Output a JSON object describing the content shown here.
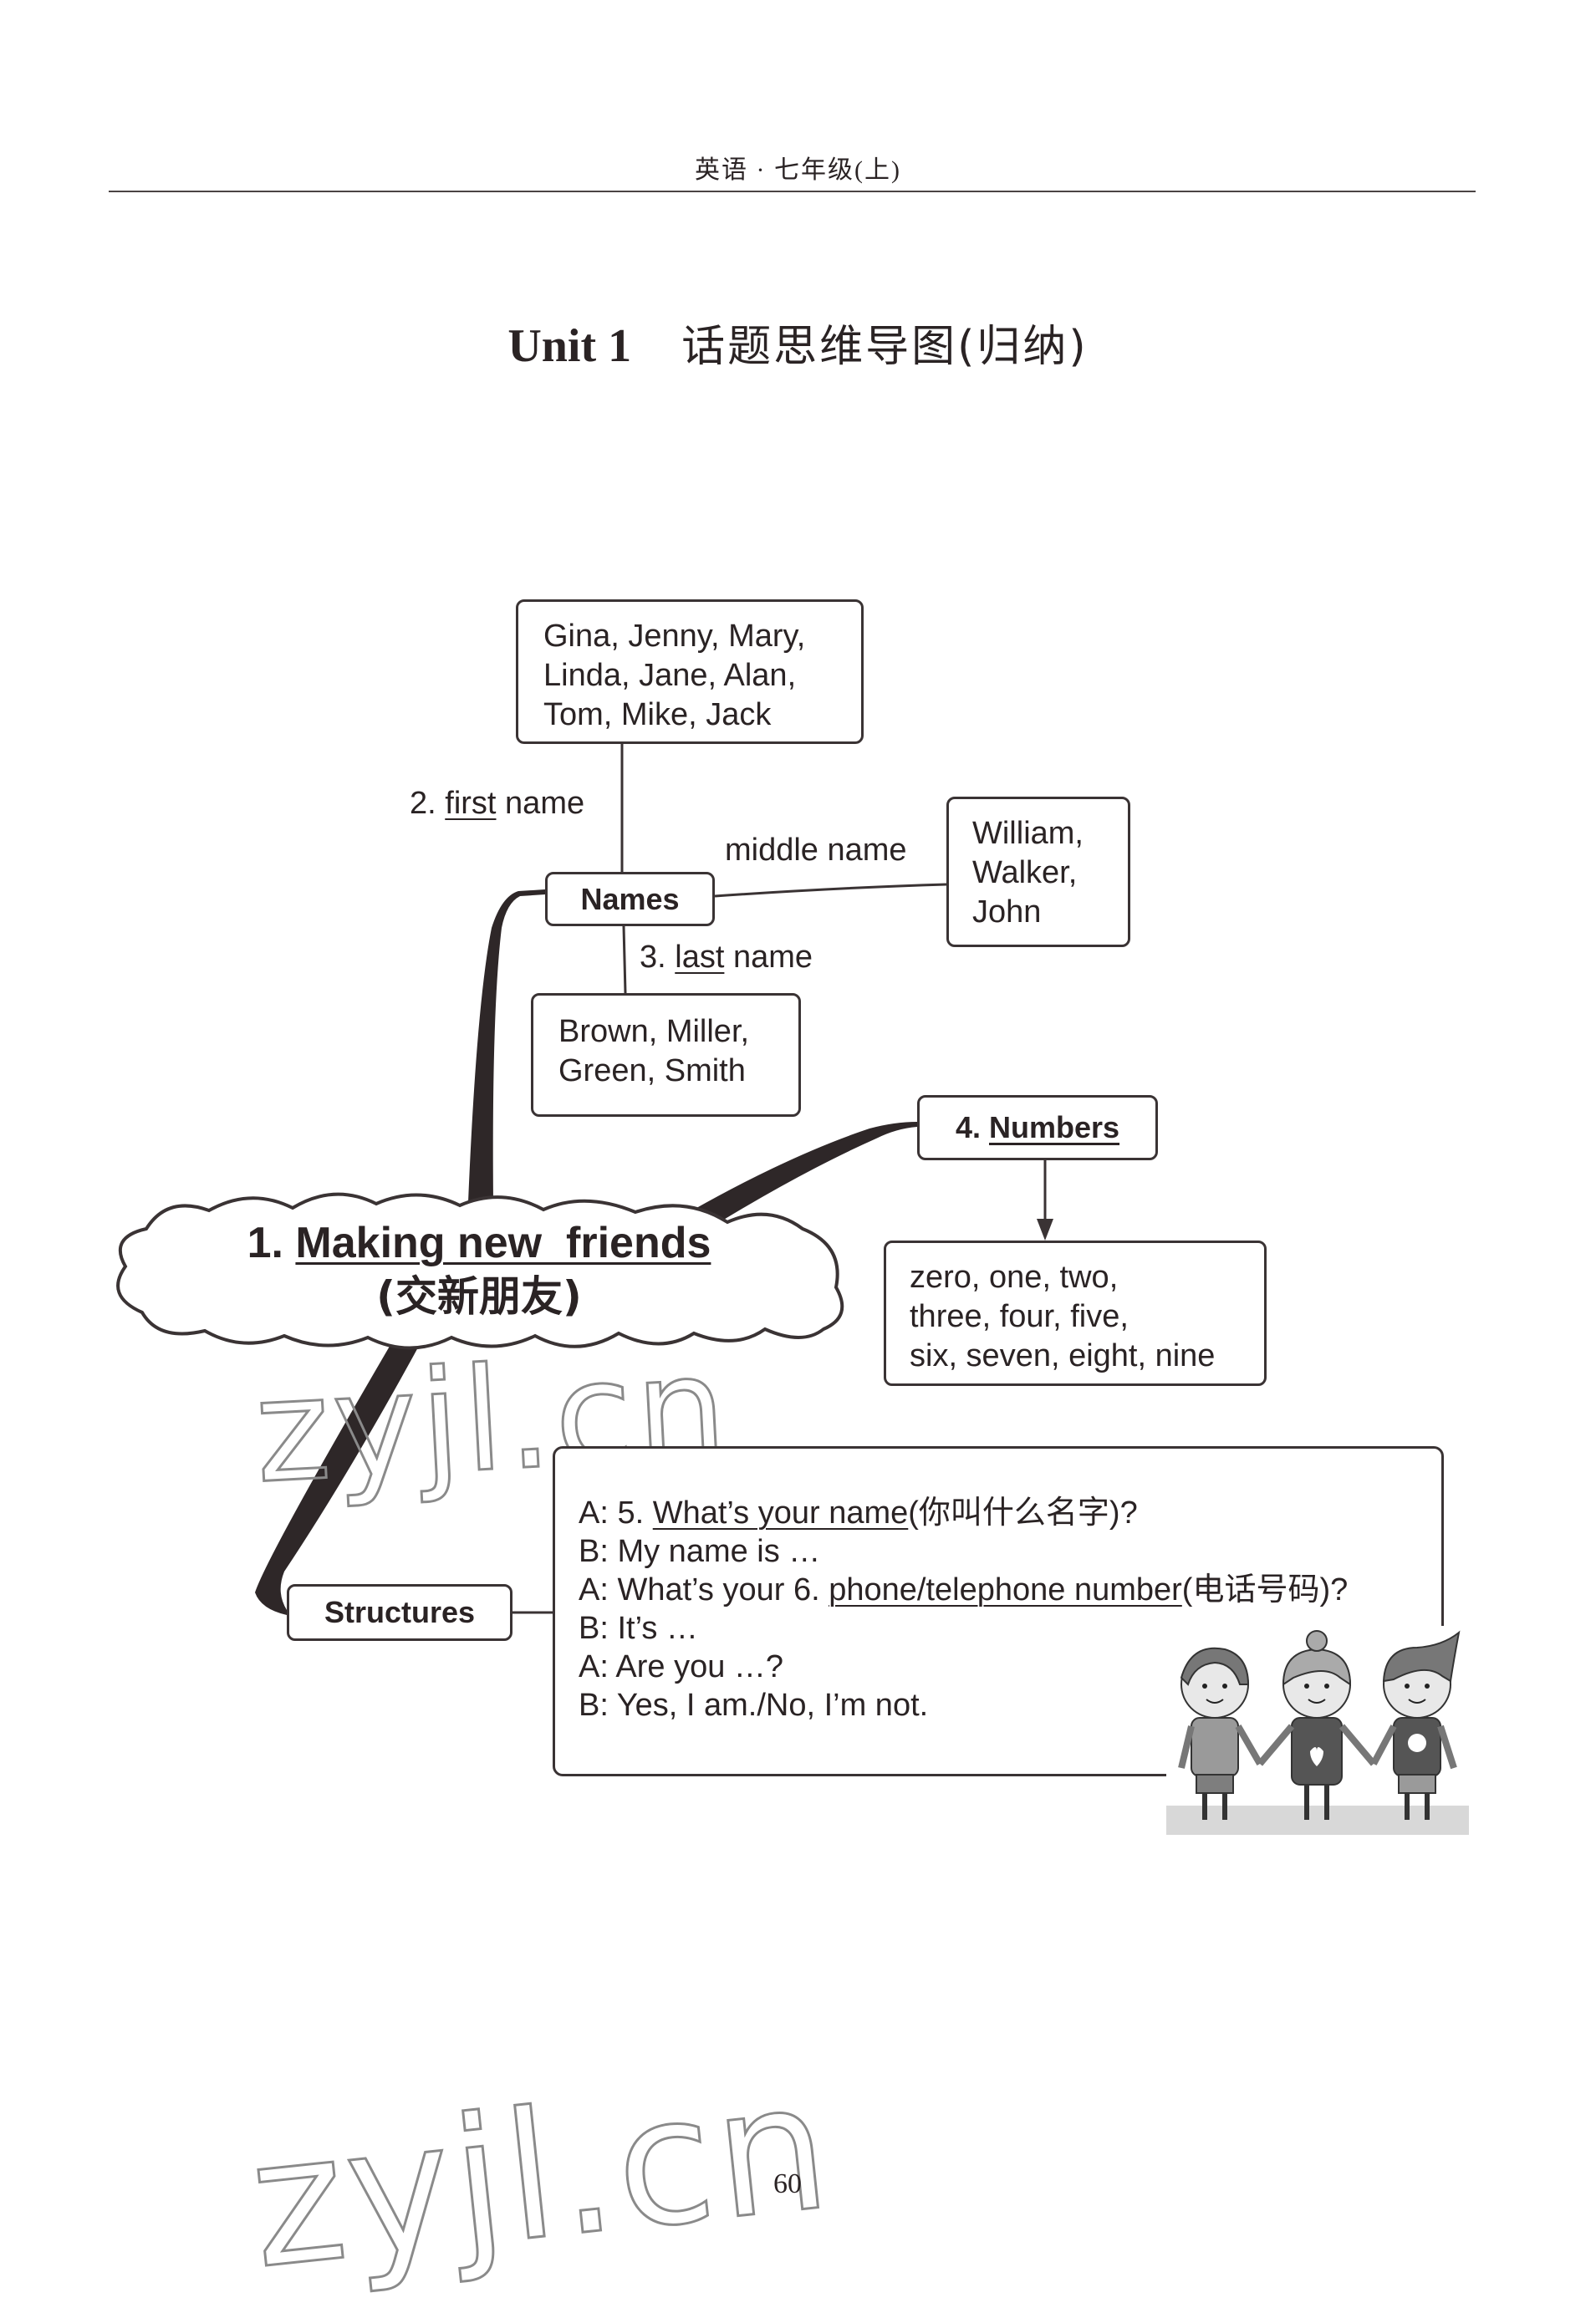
{
  "header": {
    "running_head": "英语 · 七年级(上)",
    "title_unit": "Unit 1",
    "title_topic": "话题思维导图(归纳)"
  },
  "mind_map": {
    "central_topic": {
      "number": "1.",
      "label_en": "Making new  friends",
      "label_cn": "(交新朋友)"
    },
    "names_node": {
      "label": "Names"
    },
    "first_name": {
      "link_number": "2.",
      "link_answer": "first",
      "link_suffix": "name",
      "examples": [
        "Gina, Jenny, Mary,",
        "Linda, Jane, Alan,",
        "Tom, Mike, Jack"
      ]
    },
    "middle_name": {
      "link_label": "middle name",
      "examples": [
        "William,",
        "Walker,",
        "John"
      ]
    },
    "last_name": {
      "link_number": "3.",
      "link_answer": "last",
      "link_suffix": "name",
      "examples": [
        "Brown, Miller,",
        "Green, Smith"
      ]
    },
    "numbers_node": {
      "number": "4.",
      "label": "Numbers",
      "examples": [
        "zero, one, two,",
        "three, four, five,",
        "six, seven, eight, nine"
      ]
    },
    "structures_node": {
      "label": "Structures",
      "dialog": [
        {
          "speaker": "A:",
          "prefix": "5.",
          "answer": "What’s your name",
          "suffix": "(你叫什么名字)?"
        },
        {
          "speaker": "B:",
          "text": "My name is …"
        },
        {
          "speaker": "A:",
          "prefix": "What’s your 6.",
          "answer": "phone/telephone number",
          "suffix": "(电话号码)?"
        },
        {
          "speaker": "B:",
          "text": "It’s …"
        },
        {
          "speaker": "A:",
          "text": "Are you …?"
        },
        {
          "speaker": "B:",
          "text": "Yes, I am./No, I’m not."
        }
      ]
    },
    "illustration": {
      "alt": "three children holding hands"
    }
  },
  "watermarks": [
    "zyjl.cn",
    "zyjl.cn"
  ],
  "footer": {
    "page_number": "60"
  }
}
